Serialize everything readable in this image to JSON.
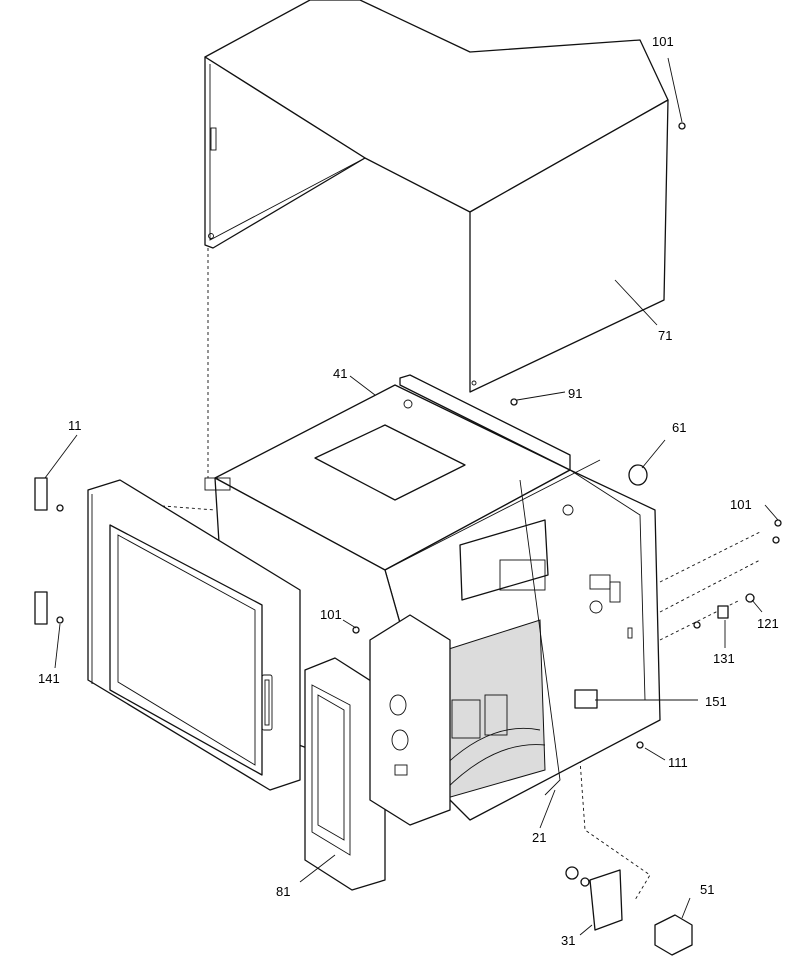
{
  "labels": [
    {
      "id": "101",
      "text": "101"
    },
    {
      "id": "71",
      "text": "71"
    },
    {
      "id": "41",
      "text": "41"
    },
    {
      "id": "91",
      "text": "91"
    },
    {
      "id": "61",
      "text": "61"
    },
    {
      "id": "11",
      "text": "11"
    },
    {
      "id": "101b",
      "text": "101"
    },
    {
      "id": "101c",
      "text": "101"
    },
    {
      "id": "121",
      "text": "121"
    },
    {
      "id": "131",
      "text": "131"
    },
    {
      "id": "141",
      "text": "141"
    },
    {
      "id": "151",
      "text": "151"
    },
    {
      "id": "111",
      "text": "111"
    },
    {
      "id": "21",
      "text": "21"
    },
    {
      "id": "81",
      "text": "81"
    },
    {
      "id": "51",
      "text": "51"
    },
    {
      "id": "31",
      "text": "31"
    }
  ]
}
